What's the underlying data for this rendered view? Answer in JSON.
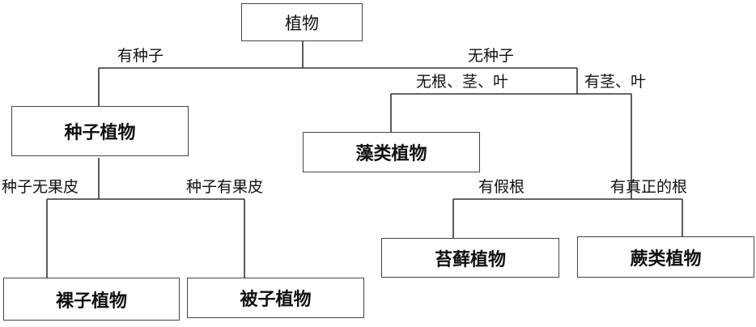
{
  "nodes": {
    "root": "植物",
    "seed_plants": "种子植物",
    "algae": "藻类植物",
    "gymnosperms": "裸子植物",
    "angiosperms": "被子植物",
    "bryophytes": "苔藓植物",
    "ferns": "蕨类植物"
  },
  "edges": {
    "has_seed": "有种子",
    "no_seed": "无种子",
    "no_root_stem_leaf": "无根、茎、叶",
    "has_stem_leaf": "有茎、叶",
    "seed_no_pericarp": "种子无果皮",
    "seed_has_pericarp": "种子有果皮",
    "has_false_root": "有假根",
    "has_true_root": "有真正的根"
  }
}
